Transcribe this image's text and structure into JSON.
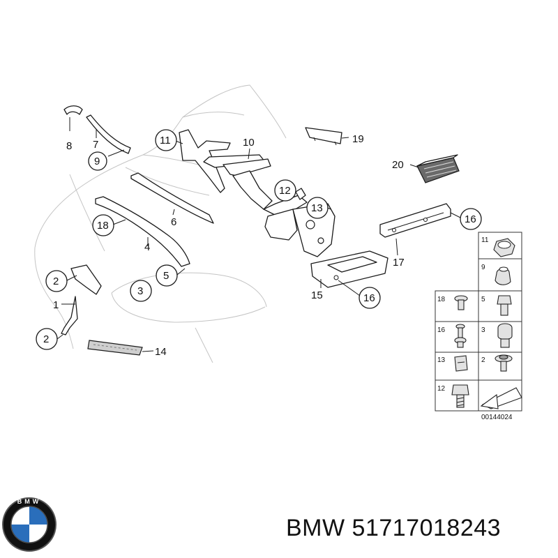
{
  "diagram": {
    "callouts": {
      "c1": "1",
      "c2a": "2",
      "c2b": "2",
      "c3": "3",
      "c4": "4",
      "c5": "5",
      "c6": "6",
      "c7": "7",
      "c8": "8",
      "c9": "9",
      "c10": "10",
      "c11": "11",
      "c12": "12",
      "c13": "13",
      "c14": "14",
      "c15": "15",
      "c16a": "16",
      "c16b": "16",
      "c17": "17",
      "c18": "18",
      "c19": "19",
      "c20": "20"
    },
    "fastener_table": {
      "cells": [
        "11",
        "9",
        "18",
        "5",
        "16",
        "3",
        "13",
        "2",
        "12"
      ]
    },
    "drawing_number": "00144024"
  },
  "logo": {
    "letters": "BMW"
  },
  "caption": {
    "brand": "BMW",
    "part_number": "51717018243"
  }
}
